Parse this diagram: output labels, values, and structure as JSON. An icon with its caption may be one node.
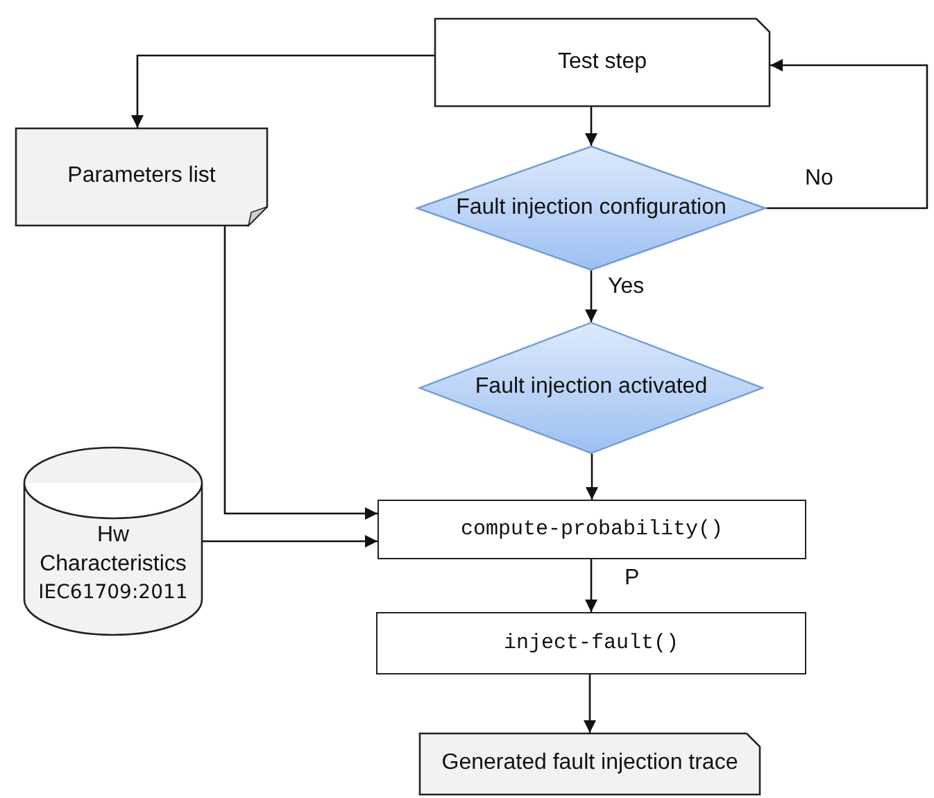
{
  "diagram": {
    "nodes": [
      {
        "text": [
          "Test step"
        ]
      },
      {
        "text": [
          "Parameters list"
        ]
      },
      {
        "text": [
          "Fault injection configuration"
        ]
      },
      {
        "text": [
          "Fault injection activated"
        ]
      },
      {
        "text": [
          "Hw Characteristics",
          "IEC61709:2011"
        ]
      },
      {
        "text": [
          "compute-probability()"
        ]
      },
      {
        "text": [
          "inject-fault()"
        ]
      },
      {
        "text": [
          "Generated fault injection trace"
        ]
      }
    ],
    "edges": [
      {
        "from": 0,
        "to": 1,
        "arrow": "to"
      },
      {
        "from": 0,
        "to": 2,
        "arrow": "to"
      },
      {
        "from": 2,
        "to": 0,
        "label": "No",
        "arrow": "to"
      },
      {
        "from": 2,
        "to": 3,
        "label": "Yes",
        "arrow": "to"
      },
      {
        "from": 3,
        "to": 5,
        "arrow": "to"
      },
      {
        "from": 1,
        "to": 5,
        "arrow": "to"
      },
      {
        "from": 4,
        "to": 5,
        "arrow": "to"
      },
      {
        "from": 5,
        "to": 6,
        "label": "P",
        "arrow": "to"
      },
      {
        "from": 6,
        "to": 7,
        "arrow": "to"
      }
    ]
  }
}
